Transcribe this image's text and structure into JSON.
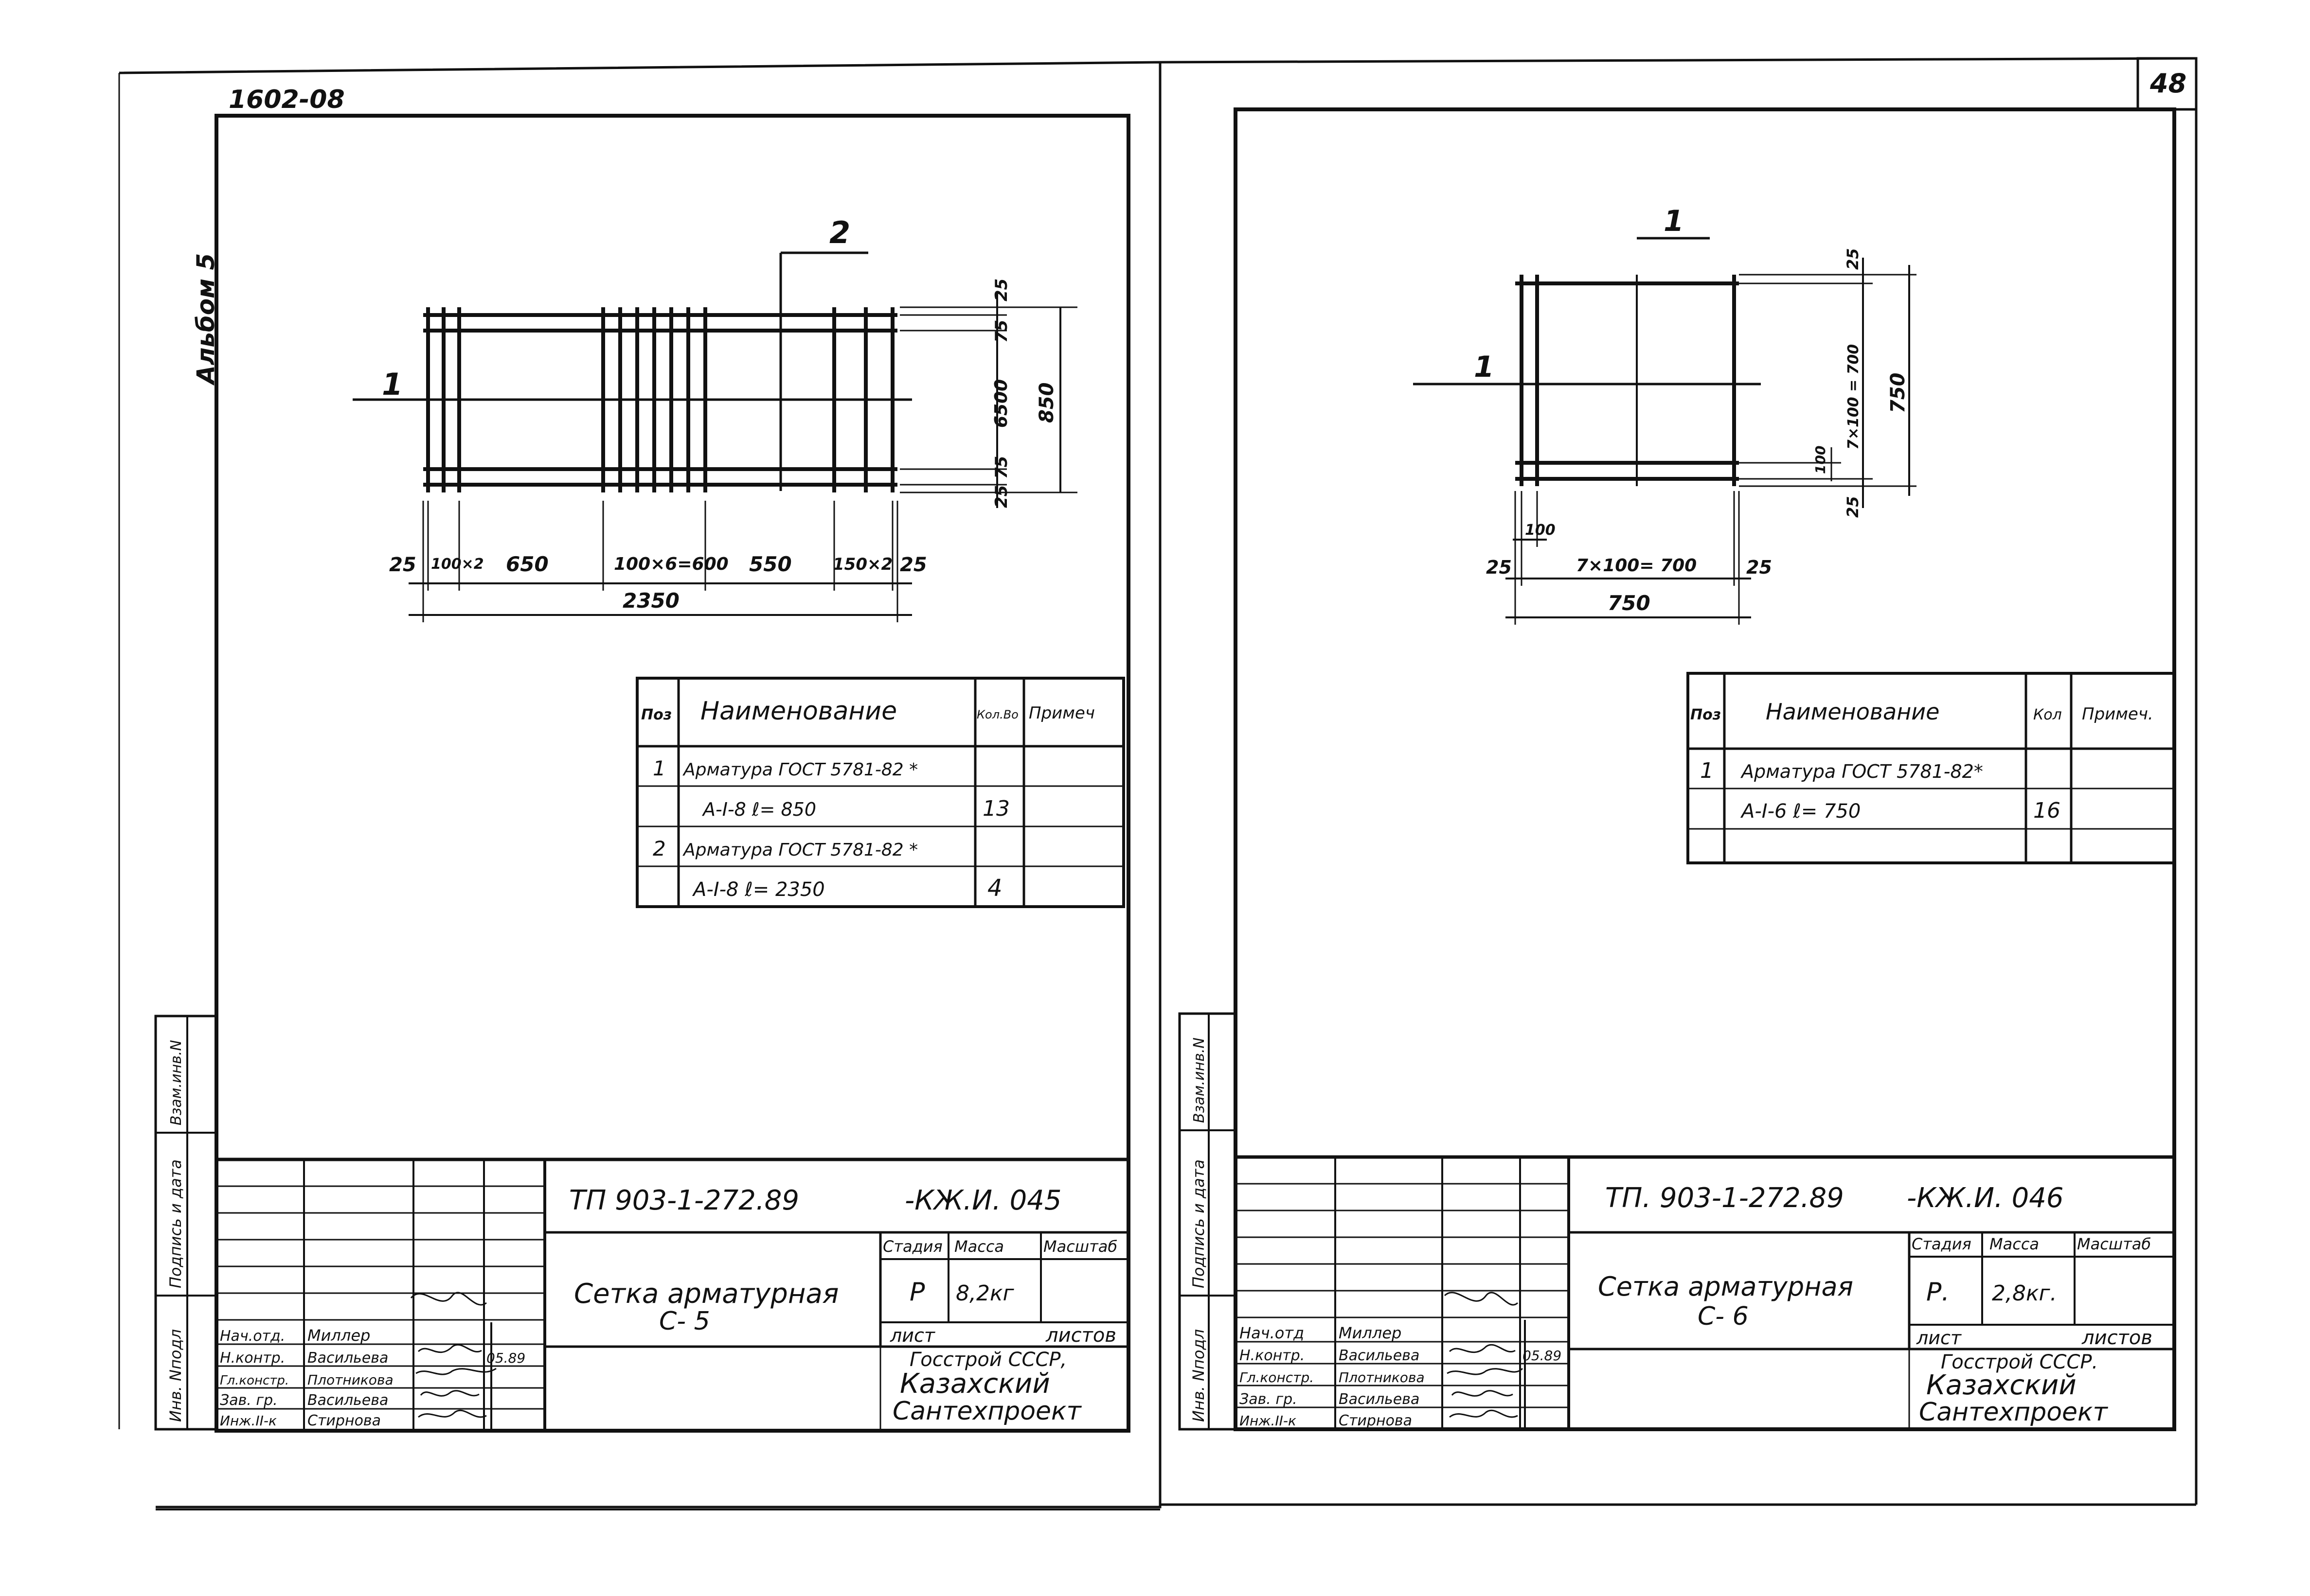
{
  "sheet_left": {
    "album_code": "1602-08",
    "album_label": "Альбом 5",
    "drawing": {
      "pos_top": "2",
      "pos_left": "1",
      "right_dims": [
        "25",
        "75",
        "6500",
        "75",
        "25"
      ],
      "right_total": "850",
      "bottom_dims": [
        "25",
        "100×2",
        "650",
        "100×6=600",
        "550",
        "150×2",
        "25"
      ],
      "bottom_total": "2350"
    },
    "spec": {
      "headers": [
        "Поз",
        "Наименование",
        "Кол.Во",
        "Примеч"
      ],
      "rows": [
        {
          "pos": "1",
          "name": "Арматура ГОСТ 5781-82 *",
          "qty": "",
          "note": ""
        },
        {
          "pos": "",
          "name": "А-I-8  ℓ= 850",
          "qty": "13",
          "note": ""
        },
        {
          "pos": "2",
          "name": "Арматура ГОСТ 5781-82 *",
          "qty": "",
          "note": ""
        },
        {
          "pos": "",
          "name": "А-I-8  ℓ= 2350",
          "qty": "4",
          "note": ""
        }
      ]
    },
    "side_stamp": [
      "Инв. Nподл",
      "Подпись и дата",
      "Взам.инв.N"
    ],
    "title_block": {
      "code": "ТП 903-1-272.89",
      "suffix": "-КЖ.И. 045",
      "title_line1": "Сетка арматурная",
      "title_line2": "С- 5",
      "col_headers": [
        "Стадия",
        "Масса",
        "Масштаб"
      ],
      "stage": "Р",
      "mass": "8,2кг",
      "sheet_label": "лист",
      "sheets_label": "листов",
      "org_line1": "Госстрой СССР,",
      "org_line2": "Казахский",
      "org_line3": "Сантехпроект",
      "date": "05.89",
      "staff": [
        {
          "role": "Нач.отд.",
          "name": "Миллер"
        },
        {
          "role": "Н.контр.",
          "name": "Васильева"
        },
        {
          "role": "Гл.констр.",
          "name": "Плотникова"
        },
        {
          "role": "Зав. гр.",
          "name": "Васильева"
        },
        {
          "role": "Инж.II-к",
          "name": "Стирнова"
        }
      ]
    }
  },
  "sheet_right": {
    "page_number": "48",
    "drawing": {
      "pos_top": "1",
      "pos_left": "1",
      "right_dims": [
        "25",
        "7×100 = 700",
        "100",
        "25"
      ],
      "right_total": "750",
      "bottom_dims": [
        "100",
        "25",
        "7×100= 700",
        "25"
      ],
      "bottom_total": "750"
    },
    "spec": {
      "headers": [
        "Поз",
        "Наименование",
        "Кол",
        "Примеч."
      ],
      "rows": [
        {
          "pos": "1",
          "name": "Арматура ГОСТ 5781-82*",
          "qty": "",
          "note": ""
        },
        {
          "pos": "",
          "name": "А-I-6    ℓ= 750",
          "qty": "16",
          "note": ""
        },
        {
          "pos": "",
          "name": "",
          "qty": "",
          "note": ""
        }
      ]
    },
    "side_stamp": [
      "Инв. Nподл",
      "Подпись и дата",
      "Взам.инв.N"
    ],
    "title_block": {
      "code": "ТП. 903-1-272.89",
      "suffix": "-КЖ.И. 046",
      "title_line1": "Сетка арматурная",
      "title_line2": "С- 6",
      "col_headers": [
        "Стадия",
        "Масса",
        "Масштаб"
      ],
      "stage": "Р.",
      "mass": "2,8кг.",
      "sheet_label": "лист",
      "sheets_label": "листов",
      "org_line1": "Госстрой СССР.",
      "org_line2": "Казахский",
      "org_line3": "Сантехпроект",
      "date": "05.89",
      "staff": [
        {
          "role": "Нач.отд",
          "name": "Миллер"
        },
        {
          "role": "Н.контр.",
          "name": "Васильева"
        },
        {
          "role": "Гл.констр.",
          "name": "Плотникова"
        },
        {
          "role": "Зав. гр.",
          "name": "Васильева"
        },
        {
          "role": "Инж.II-к",
          "name": "Стирнова"
        }
      ]
    }
  }
}
